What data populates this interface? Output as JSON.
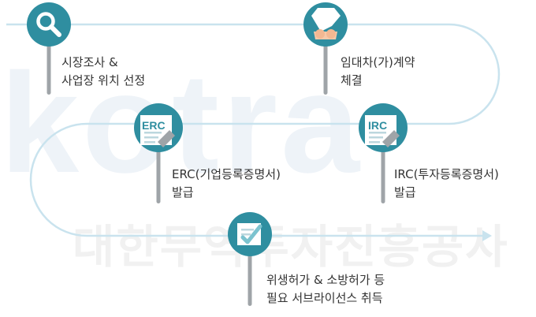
{
  "watermark": {
    "logo_text": "kotra",
    "org_name": "대한무역투자진흥공사"
  },
  "colors": {
    "path": "#c9e3ee",
    "circle": "#2f8ea0",
    "pin": "#9fa4a8",
    "text": "#333333",
    "watermark": "#eef3f8"
  },
  "steps": [
    {
      "icon": "magnifier-icon",
      "line1": "시장조사 &",
      "line2": "사업장 위치 선정"
    },
    {
      "icon": "handshake-icon",
      "line1": "임대차(가)계약",
      "line2": "체결"
    },
    {
      "icon": "erc-certificate-icon",
      "badge": "ERC",
      "line1": "ERC(기업등록증명서)",
      "line2": "발급"
    },
    {
      "icon": "irc-certificate-icon",
      "badge": "IRC",
      "line1": "IRC(투자등록증명서)",
      "line2": "발급"
    },
    {
      "icon": "checklist-icon",
      "line1": "위생허가 & 소방허가 등",
      "line2": "필요 서브라이선스 취득"
    }
  ]
}
